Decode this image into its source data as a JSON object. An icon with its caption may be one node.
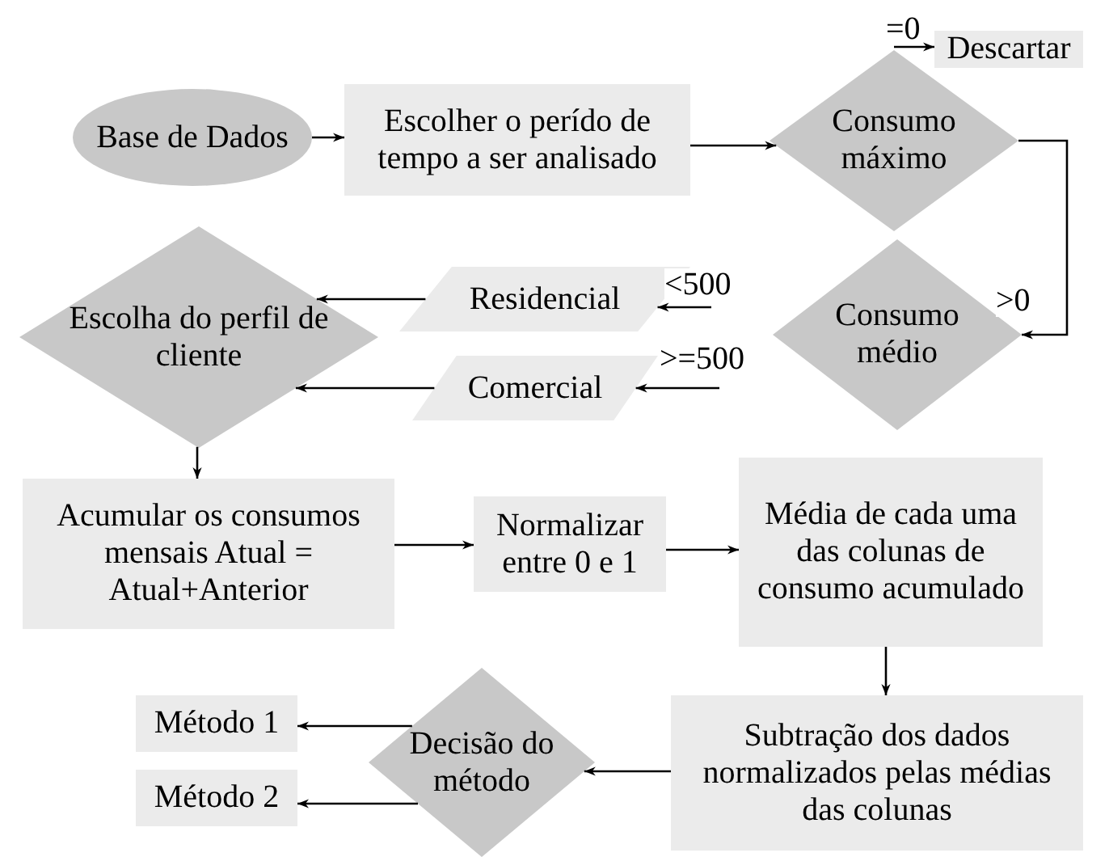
{
  "diagram": {
    "nodes": [
      {
        "text": [
          "Base de Dados"
        ]
      },
      {
        "text": [
          "Escolher o perído de tempo a ser analisado"
        ]
      },
      {
        "text": [
          "Consumo máximo"
        ]
      },
      {
        "text": [
          "Descartar"
        ]
      },
      {
        "text": [
          "Consumo médio"
        ]
      },
      {
        "text": [
          "Residencial"
        ]
      },
      {
        "text": [
          "Comercial"
        ]
      },
      {
        "text": [
          "Escolha do perfil de cliente"
        ]
      },
      {
        "text": [
          "Acumular os consumos mensais Atual = Atual+Anterior"
        ]
      },
      {
        "text": [
          "Normalizar entre 0 e 1"
        ]
      },
      {
        "text": [
          "Média de cada uma das colunas de consumo acumulado"
        ]
      },
      {
        "text": [
          "Subtração dos dados normalizados pelas médias das colunas"
        ]
      },
      {
        "text": [
          "Decisão do método"
        ]
      },
      {
        "text": [
          "Método 1"
        ]
      },
      {
        "text": [
          "Método 2"
        ]
      }
    ],
    "edges": [
      {
        "from": 0,
        "to": 1,
        "arrow": "to"
      },
      {
        "from": 1,
        "to": 2,
        "arrow": "to"
      },
      {
        "from": 2,
        "to": 3,
        "arrow": "to",
        "label": "=0"
      },
      {
        "from": 2,
        "to": 4,
        "arrow": "to",
        "label": ">0"
      },
      {
        "from": null,
        "to": 5,
        "arrow": "to",
        "label": "<500"
      },
      {
        "from": null,
        "to": 6,
        "arrow": "to",
        "label": ">=500"
      },
      {
        "from": 5,
        "to": 7,
        "arrow": "to"
      },
      {
        "from": 6,
        "to": 7,
        "arrow": "to"
      },
      {
        "from": 7,
        "to": 8,
        "arrow": "to"
      },
      {
        "from": 8,
        "to": 9,
        "arrow": "to"
      },
      {
        "from": 9,
        "to": 10,
        "arrow": "to"
      },
      {
        "from": 10,
        "to": 11,
        "arrow": "to"
      },
      {
        "from": 11,
        "to": 12,
        "arrow": "to"
      },
      {
        "from": 12,
        "to": 13,
        "arrow": "to"
      },
      {
        "from": 12,
        "to": 14,
        "arrow": "to"
      }
    ]
  }
}
